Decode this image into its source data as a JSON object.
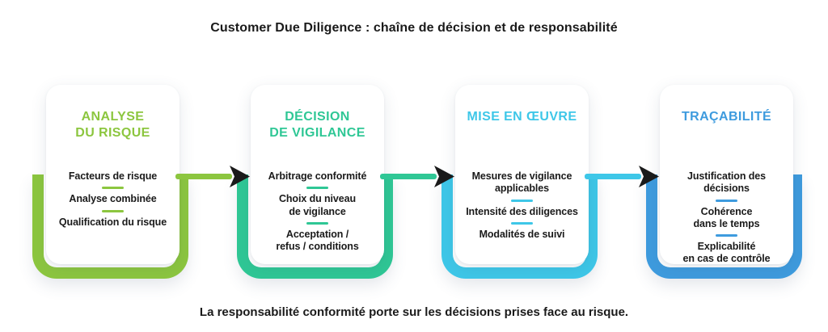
{
  "header": {
    "title": "Customer Due Diligence : chaîne de décision et de responsabilité"
  },
  "footer": {
    "text": "La responsabilité conformité porte sur les décisions prises face au risque."
  },
  "colors": {
    "ink": "#1A1A1A",
    "arrowhead": "#1A1A1A",
    "step1_green": "#8CC63F",
    "step2_teal": "#2FC795",
    "step3_cyan": "#3EC7E8",
    "step4_blue": "#3E9BDE"
  },
  "steps": [
    {
      "title": "ANALYSE\nDU RISQUE",
      "color": "#8CC63F",
      "items": [
        "Facteurs de risque",
        "Analyse combinée",
        "Qualification du risque"
      ]
    },
    {
      "title": "DÉCISION\nDE VIGILANCE",
      "color": "#2FC795",
      "items": [
        "Arbitrage conformité",
        "Choix du niveau\nde vigilance",
        "Acceptation /\nrefus / conditions"
      ]
    },
    {
      "title": "MISE EN ŒUVRE",
      "color": "#3EC7E8",
      "items": [
        "Mesures de vigilance\napplicables",
        "Intensité des diligences",
        "Modalités de suivi"
      ]
    },
    {
      "title": "TRAÇABILITÉ",
      "color": "#3E9BDE",
      "items": [
        "Justification des\ndécisions",
        "Cohérence\ndans le temps",
        "Explicabilité\nen cas de contrôle"
      ]
    }
  ]
}
